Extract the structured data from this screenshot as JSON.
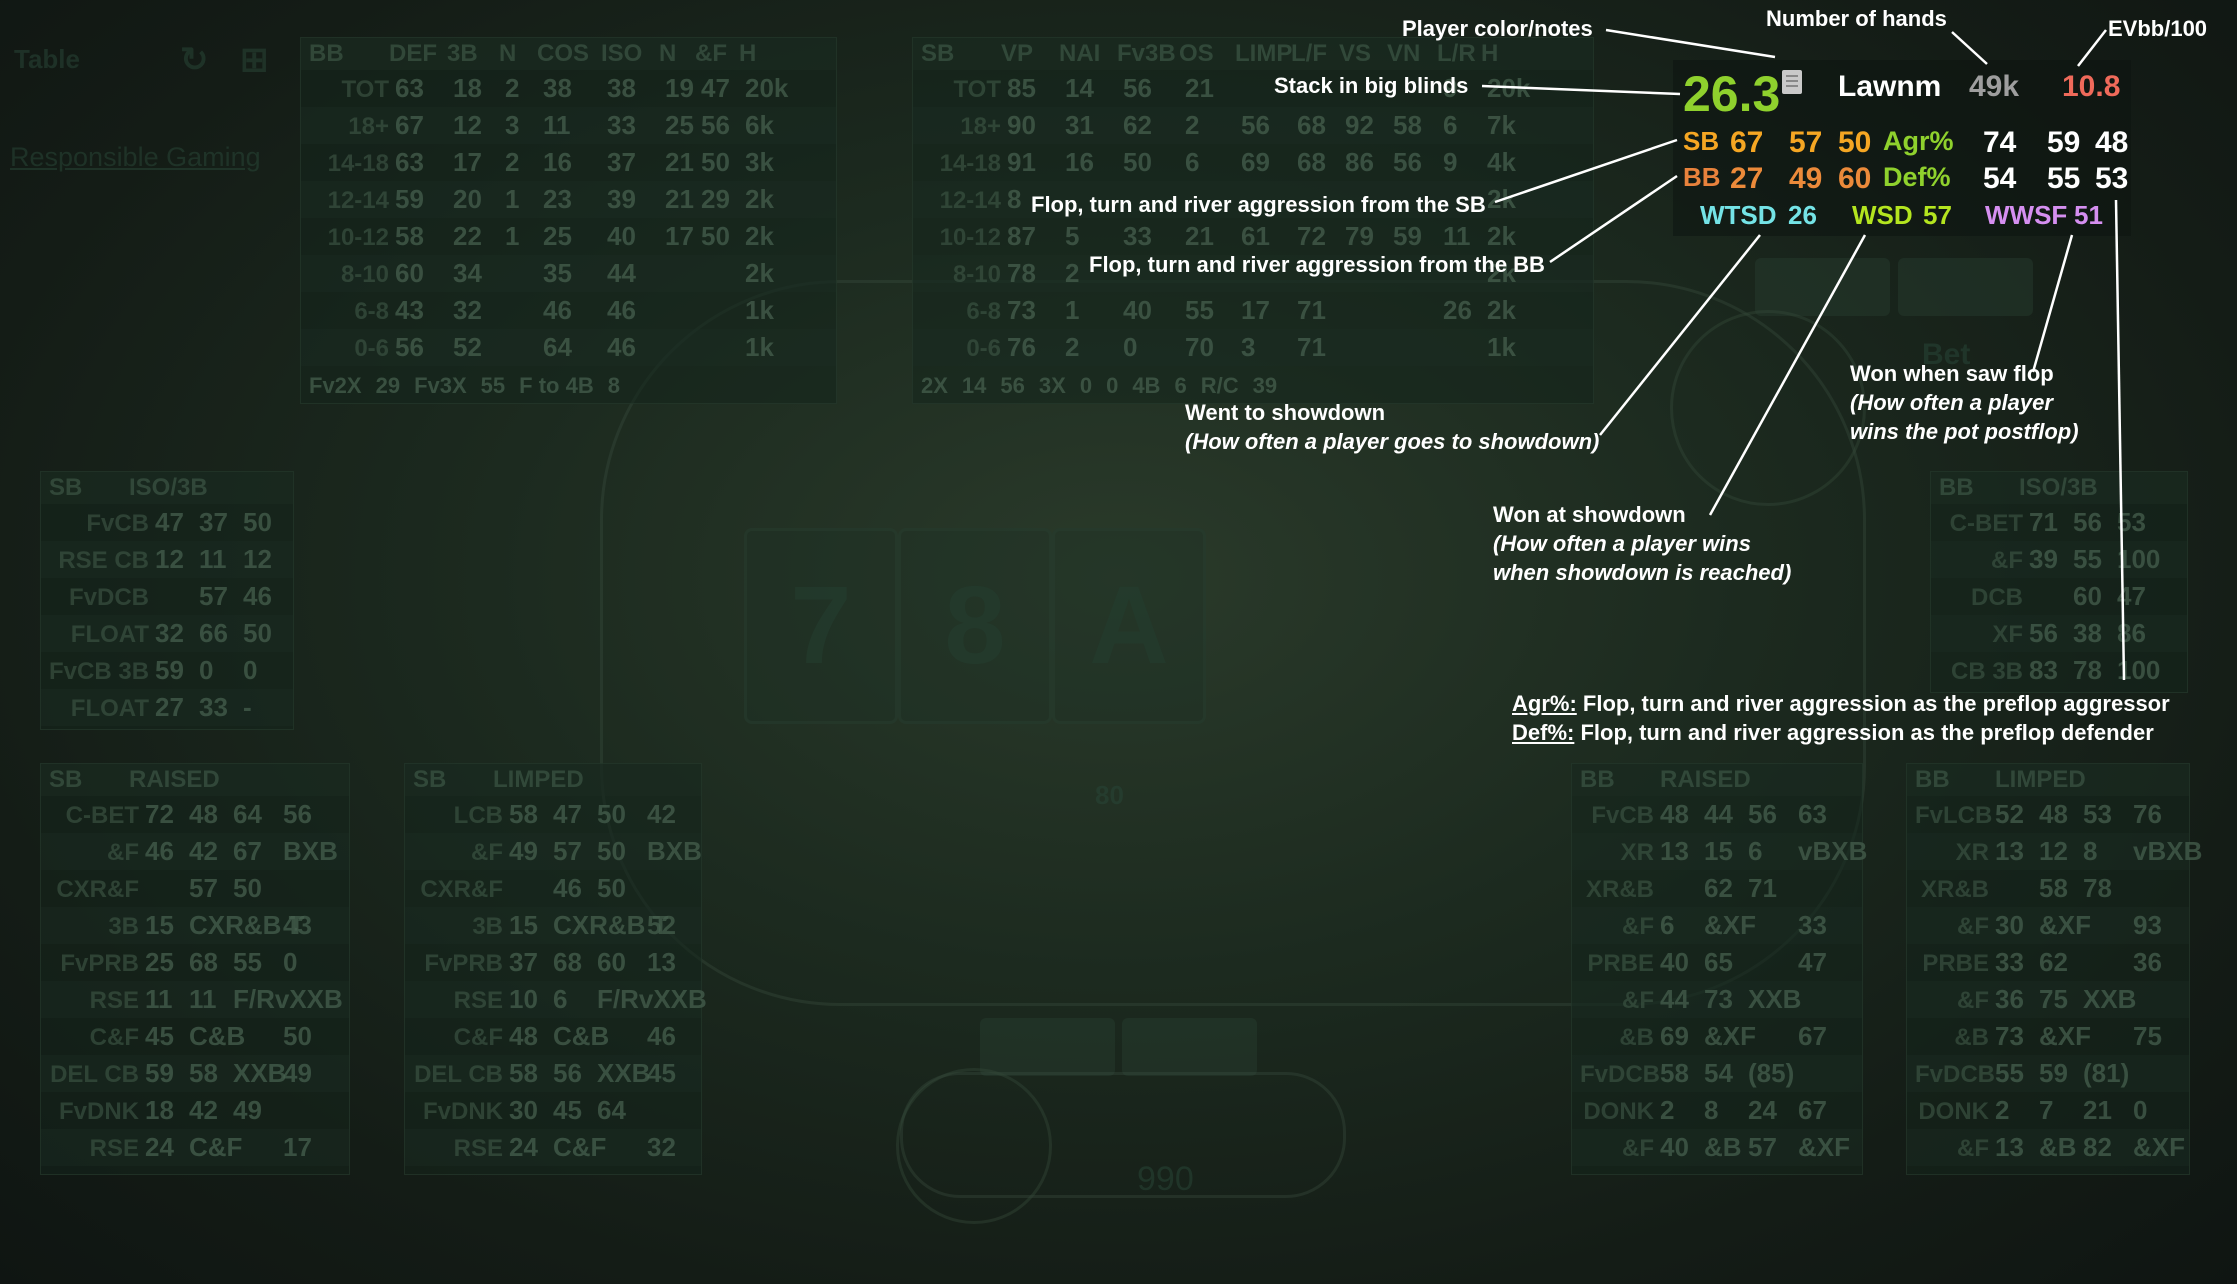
{
  "bg_left": {
    "top_labels": [
      "Table",
      "Responsible Gaming"
    ],
    "bb_header": [
      "BB",
      "DEF",
      "3B",
      "N",
      "COS",
      "ISO",
      "N",
      "&F",
      "H"
    ],
    "bb_rows": [
      [
        "TOT",
        "63",
        "18",
        "2",
        "38",
        "38",
        "19",
        "47",
        "20k"
      ],
      [
        "18+",
        "67",
        "12",
        "3",
        "11",
        "33",
        "25",
        "56",
        "6k"
      ],
      [
        "14-18",
        "63",
        "17",
        "2",
        "16",
        "37",
        "21",
        "50",
        "3k"
      ],
      [
        "12-14",
        "59",
        "20",
        "1",
        "23",
        "39",
        "21",
        "29",
        "2k"
      ],
      [
        "10-12",
        "58",
        "22",
        "1",
        "25",
        "40",
        "17",
        "50",
        "2k"
      ],
      [
        "8-10",
        "60",
        "34",
        "",
        "35",
        "44",
        "",
        "",
        "2k"
      ],
      [
        "6-8",
        "43",
        "32",
        "",
        "46",
        "46",
        "",
        "",
        "1k"
      ],
      [
        "0-6",
        "56",
        "52",
        "",
        "64",
        "46",
        "",
        "",
        "1k"
      ]
    ],
    "bb_footer": [
      "Fv2X",
      "29",
      "Fv3X",
      "55",
      "F to 4B",
      "8"
    ]
  },
  "bg_right": {
    "sb_header": [
      "SB",
      "VP",
      "NAI",
      "Fv3B",
      "OS",
      "LIMP",
      "L/F",
      "VS",
      "VN",
      "L/R",
      "H"
    ],
    "sb_rows": [
      [
        "TOT",
        "85",
        "14",
        "56",
        "21",
        "",
        "",
        "",
        "",
        "9",
        "20k"
      ],
      [
        "18+",
        "90",
        "31",
        "62",
        "2",
        "56",
        "68",
        "92",
        "58",
        "6",
        "7k"
      ],
      [
        "14-18",
        "91",
        "16",
        "50",
        "6",
        "69",
        "68",
        "86",
        "56",
        "9",
        "4k"
      ],
      [
        "12-14",
        "8",
        "",
        "",
        "",
        "",
        "",
        "",
        "",
        "",
        "2k"
      ],
      [
        "10-12",
        "87",
        "5",
        "33",
        "21",
        "61",
        "72",
        "79",
        "59",
        "11",
        "2k"
      ],
      [
        "8-10",
        "78",
        "2",
        "",
        "",
        "",
        "",
        "",
        "",
        "",
        "2k"
      ],
      [
        "6-8",
        "73",
        "1",
        "40",
        "55",
        "17",
        "71",
        "",
        "",
        "26",
        "2k"
      ],
      [
        "0-6",
        "76",
        "2",
        "0",
        "70",
        "3",
        "71",
        "",
        "",
        "",
        "1k"
      ]
    ],
    "sb_footer": [
      "2X",
      "14",
      "56",
      "3X",
      "0",
      "0",
      "4B",
      "6",
      "R/C",
      "39"
    ]
  },
  "bg_sb_iso": {
    "header": [
      "SB",
      "ISO/3B"
    ],
    "rows": [
      [
        "FvCB",
        "47",
        "37",
        "50"
      ],
      [
        "RSE CB",
        "12",
        "11",
        "12"
      ],
      [
        "FvDCB",
        "",
        "57",
        "46"
      ],
      [
        "FLOAT",
        "32",
        "66",
        "50"
      ],
      [
        "FvCB 3B",
        "59",
        "0",
        "0"
      ],
      [
        "FLOAT",
        "27",
        "33",
        "-"
      ]
    ]
  },
  "bg_bb_iso": {
    "header": [
      "BB",
      "ISO/3B"
    ],
    "rows": [
      [
        "C-BET",
        "71",
        "56",
        "53"
      ],
      [
        "&F",
        "39",
        "55",
        "100"
      ],
      [
        "DCB",
        "",
        "60",
        "47"
      ],
      [
        "XF",
        "56",
        "38",
        "86"
      ],
      [
        "CB 3B",
        "83",
        "78",
        "100"
      ]
    ]
  },
  "bg_sb_raised": {
    "header": [
      "SB",
      "RAISED"
    ],
    "rows": [
      [
        "C-BET",
        "72",
        "48",
        "64",
        "56"
      ],
      [
        "&F",
        "46",
        "42",
        "67",
        "BXB"
      ],
      [
        "CXR&F",
        "",
        "57",
        "50",
        ""
      ],
      [
        "3B",
        "15",
        "CXR&B T",
        "",
        "43"
      ],
      [
        "FvPRB",
        "25",
        "68",
        "55",
        "0"
      ],
      [
        "RSE",
        "11",
        "11",
        "F/RvXXB",
        ""
      ],
      [
        "C&F",
        "45",
        "C&B",
        "",
        "50"
      ],
      [
        "DEL CB",
        "59",
        "58",
        "XXB",
        "49"
      ],
      [
        "FvDNK",
        "18",
        "42",
        "49",
        ""
      ],
      [
        "RSE",
        "24",
        "C&F",
        "",
        "17"
      ]
    ]
  },
  "bg_sb_limped": {
    "header": [
      "SB",
      "LIMPED"
    ],
    "rows": [
      [
        "LCB",
        "58",
        "47",
        "50",
        "42"
      ],
      [
        "&F",
        "49",
        "57",
        "50",
        "BXB"
      ],
      [
        "CXR&F",
        "",
        "46",
        "50",
        ""
      ],
      [
        "3B",
        "15",
        "CXR&B T",
        "",
        "52"
      ],
      [
        "FvPRB",
        "37",
        "68",
        "60",
        "13"
      ],
      [
        "RSE",
        "10",
        "6",
        "F/RvXXB",
        ""
      ],
      [
        "C&F",
        "48",
        "C&B",
        "",
        "46"
      ],
      [
        "DEL CB",
        "58",
        "56",
        "XXB",
        "45"
      ],
      [
        "FvDNK",
        "30",
        "45",
        "64",
        ""
      ],
      [
        "RSE",
        "24",
        "C&F",
        "",
        "32"
      ]
    ]
  },
  "bg_bb_raised": {
    "header": [
      "BB",
      "RAISED"
    ],
    "rows": [
      [
        "FvCB",
        "48",
        "44",
        "56",
        "63"
      ],
      [
        "XR",
        "13",
        "15",
        "6",
        "vBXB"
      ],
      [
        "XR&B",
        "",
        "62",
        "71",
        ""
      ],
      [
        "&F",
        "6",
        "&XF",
        "",
        "33"
      ],
      [
        "PRBE",
        "40",
        "65",
        "",
        "47"
      ],
      [
        "&F",
        "44",
        "73",
        "XXB",
        ""
      ],
      [
        "&B",
        "69",
        "&XF",
        "",
        "67"
      ],
      [
        "FvDCB",
        "58",
        "54",
        "(85)",
        ""
      ],
      [
        "DONK",
        "2",
        "8",
        "24",
        "67"
      ],
      [
        "&F",
        "40",
        "&B",
        "57",
        "&XF"
      ]
    ]
  },
  "bg_bb_limped": {
    "header": [
      "BB",
      "LIMPED"
    ],
    "rows": [
      [
        "FvLCB",
        "52",
        "48",
        "53",
        "76"
      ],
      [
        "XR",
        "13",
        "12",
        "8",
        "vBXB"
      ],
      [
        "XR&B",
        "",
        "58",
        "78",
        ""
      ],
      [
        "&F",
        "30",
        "&XF",
        "",
        "93"
      ],
      [
        "PRBE",
        "33",
        "62",
        "",
        "36"
      ],
      [
        "&F",
        "36",
        "75",
        "XXB",
        ""
      ],
      [
        "&B",
        "73",
        "&XF",
        "",
        "75"
      ],
      [
        "FvDCB",
        "55",
        "59",
        "(81)",
        ""
      ],
      [
        "DONK",
        "2",
        "7",
        "21",
        "0"
      ],
      [
        "&F",
        "13",
        "&B",
        "82",
        "&XF"
      ]
    ]
  },
  "table_bg": {
    "cards": [
      "7",
      "8",
      "A"
    ],
    "bet_label": "Bet",
    "pot_value": "990",
    "pot_small": "80"
  },
  "hud": {
    "stack": "26.3",
    "name": "Lawnm",
    "hands": "49k",
    "evbb": "10.8",
    "sb_row": {
      "label": "SB",
      "v1": "67",
      "v2": "57",
      "v3": "50",
      "agr_label": "Agr%",
      "a1": "74",
      "a2": "59",
      "a3": "48"
    },
    "bb_row": {
      "label": "BB",
      "v1": "27",
      "v2": "49",
      "v3": "60",
      "def_label": "Def%",
      "d1": "54",
      "d2": "55",
      "d3": "53"
    },
    "wtsd_label": "WTSD",
    "wtsd": "26",
    "wsd_label": "WSD",
    "wsd": "57",
    "wwsf_label": "WWSF",
    "wwsf": "51"
  },
  "annotations": {
    "player_color": "Player color/notes",
    "num_hands": "Number of hands",
    "evbb": "EVbb/100",
    "stack_bb": "Stack in big blinds",
    "sb_aggr": "Flop, turn and river aggression from the SB",
    "bb_aggr": "Flop, turn and river aggression from the BB",
    "wtsd_title": "Went to showdown",
    "wtsd_desc": "(How often a player goes to showdown)",
    "wsd_title": "Won at showdown",
    "wsd_desc1": "(How often a player wins",
    "wsd_desc2": "when showdown is reached)",
    "wwsf_title": "Won when saw flop",
    "wwsf_desc1": "(How often a player",
    "wwsf_desc2": "wins the pot postflop)",
    "agr_key": "Agr%:",
    "agr_text": " Flop, turn and river aggression as the preflop aggressor",
    "def_key": "Def%:",
    "def_text": " Flop, turn and river aggression as the preflop defender"
  }
}
